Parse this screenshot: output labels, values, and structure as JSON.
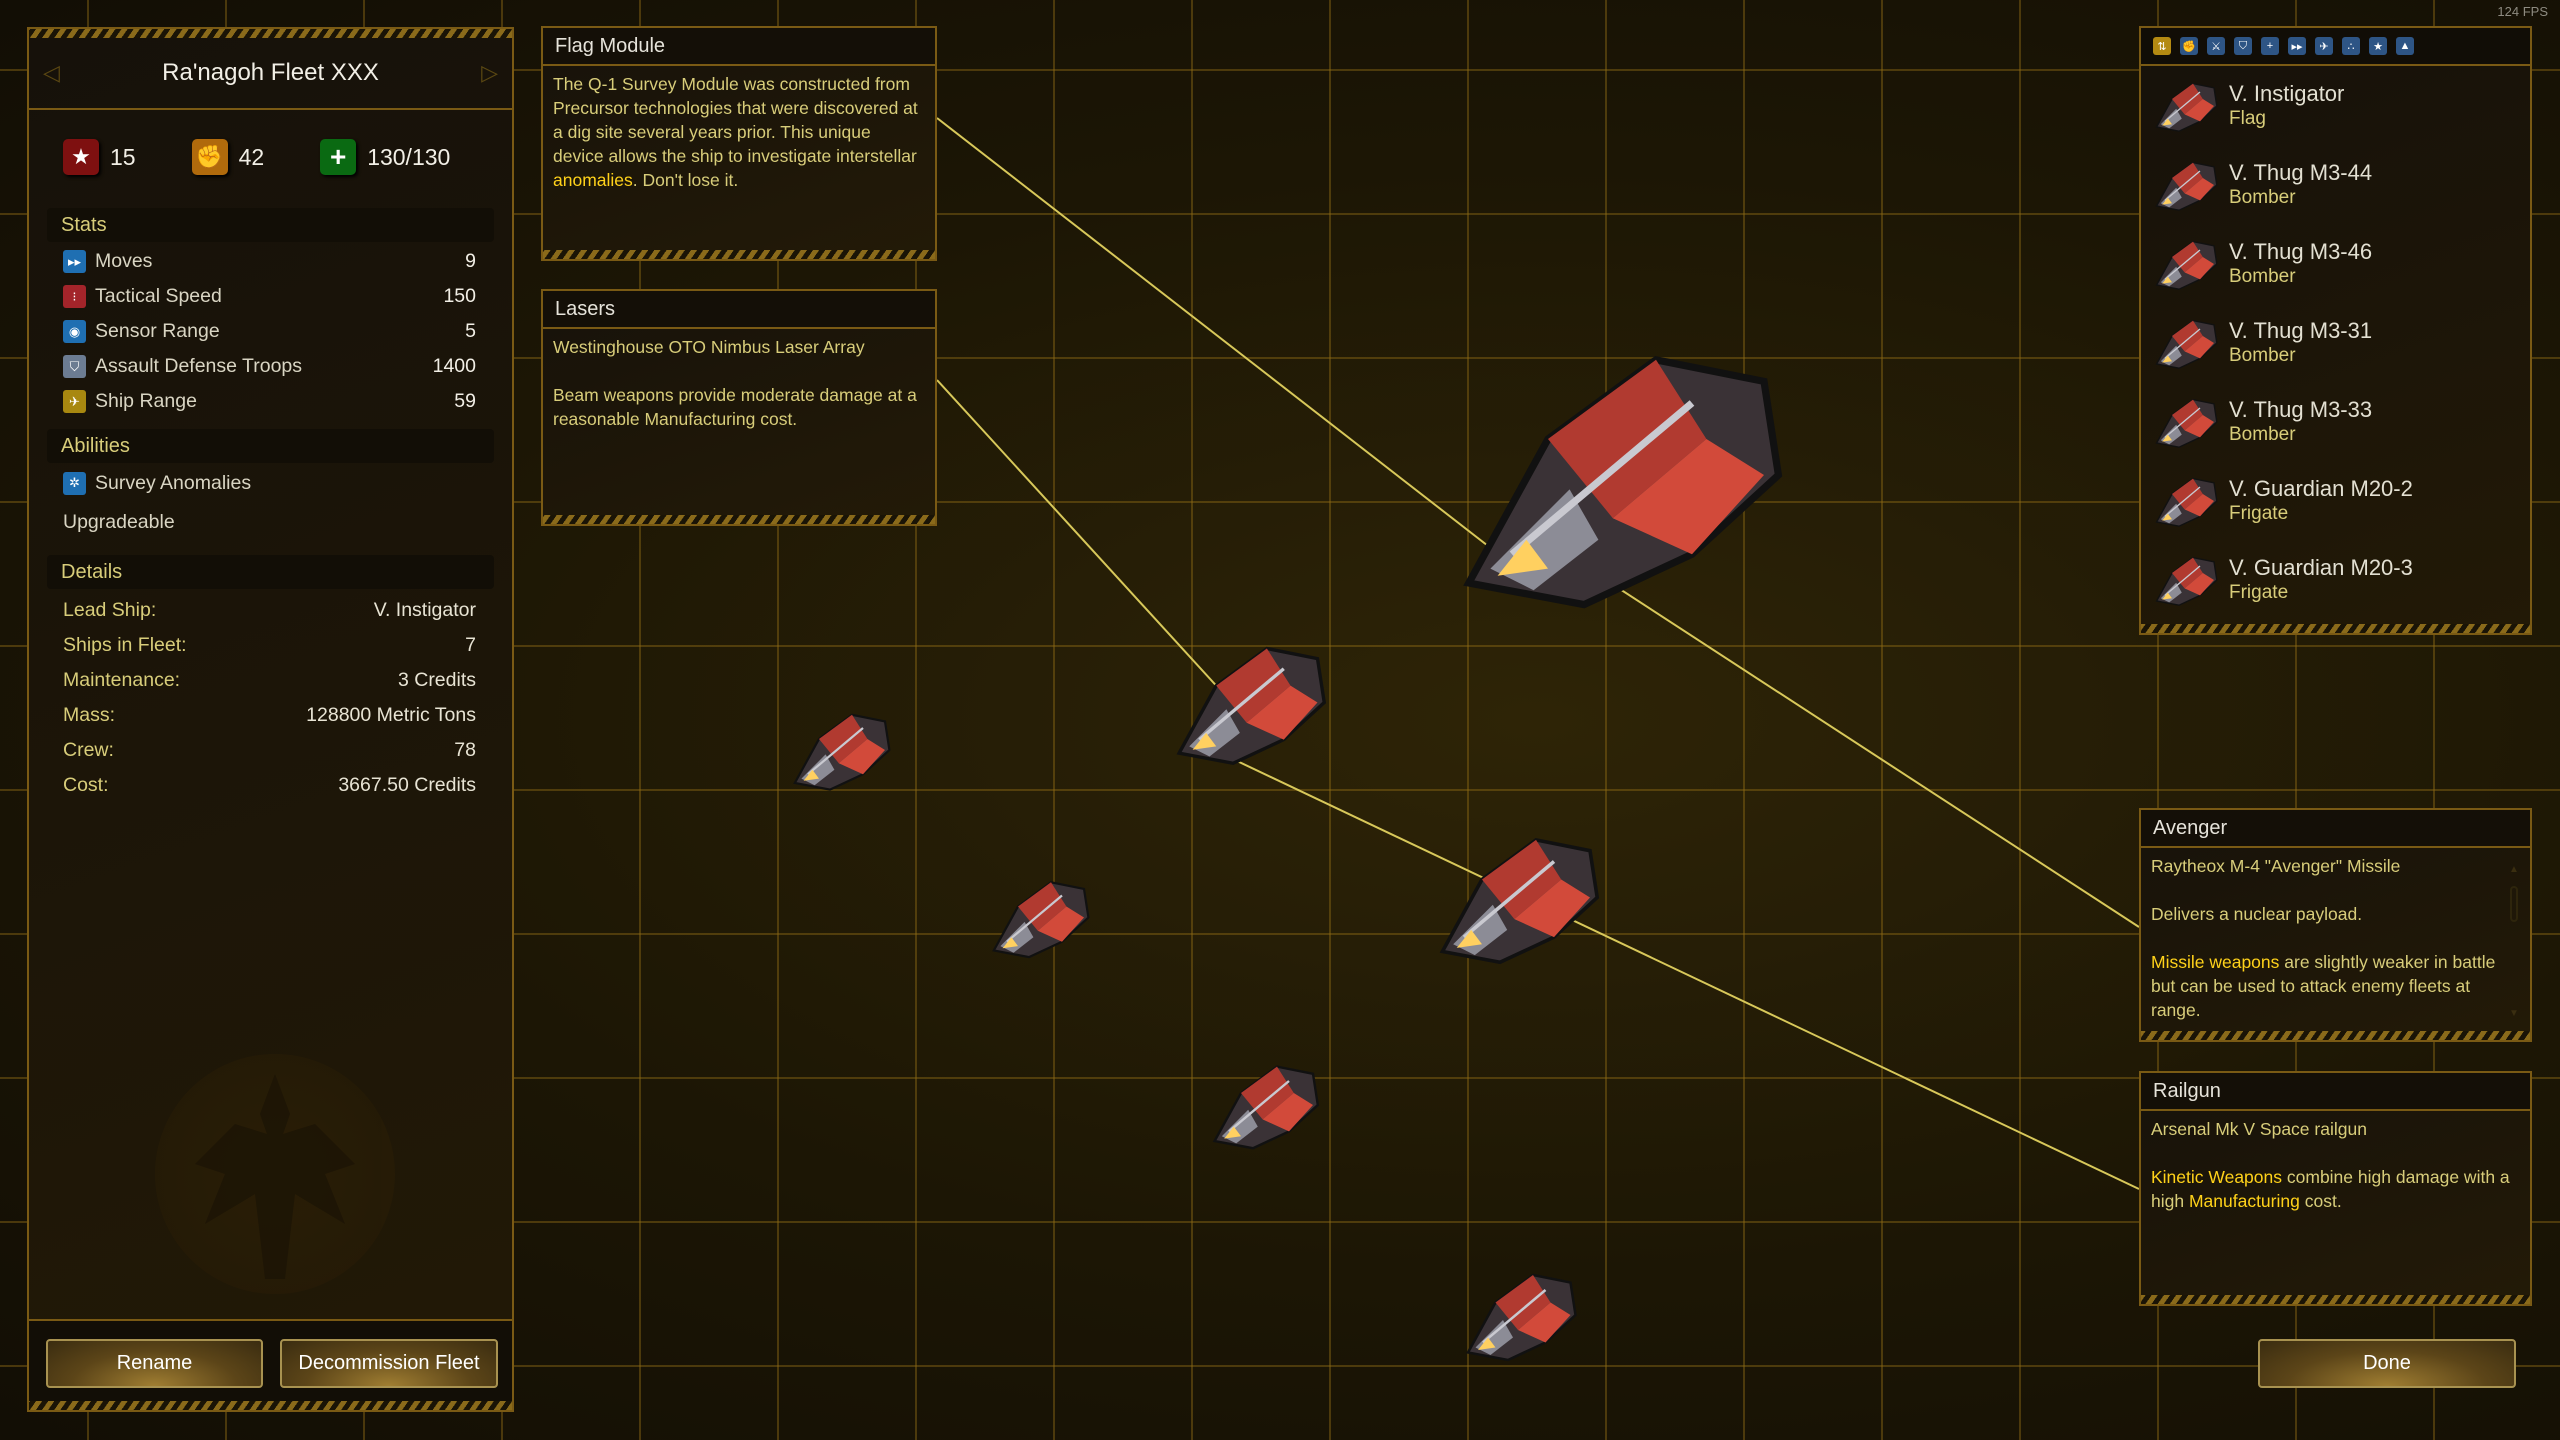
{
  "fps": "124 FPS",
  "fleet": {
    "title": "Ra'nagoh Fleet XXX",
    "resources": {
      "rank": "15",
      "attack": "42",
      "hp": "130/130"
    },
    "stats_header": "Stats",
    "stats": [
      {
        "label": "Moves",
        "value": "9",
        "icon": "moves-icon",
        "color": "#1f6fb2"
      },
      {
        "label": "Tactical Speed",
        "value": "150",
        "icon": "tactical-speed-icon",
        "color": "#a3242a"
      },
      {
        "label": "Sensor Range",
        "value": "5",
        "icon": "sensor-icon",
        "color": "#1f6fb2"
      },
      {
        "label": "Assault Defense Troops",
        "value": "1400",
        "icon": "shield-icon",
        "color": "#6c7c92"
      },
      {
        "label": "Ship Range",
        "value": "59",
        "icon": "ship-range-icon",
        "color": "#a88810"
      }
    ],
    "abilities_header": "Abilities",
    "abilities": [
      "Survey Anomalies",
      "Upgradeable"
    ],
    "details_header": "Details",
    "details": [
      {
        "label": "Lead Ship:",
        "value": "V. Instigator"
      },
      {
        "label": "Ships in Fleet:",
        "value": "7"
      },
      {
        "label": "Maintenance:",
        "value": "3 Credits"
      },
      {
        "label": "Mass:",
        "value": "128800 Metric Tons"
      },
      {
        "label": "Crew:",
        "value": "78"
      },
      {
        "label": "Cost:",
        "value": "3667.50 Credits"
      }
    ],
    "rename_label": "Rename",
    "decommission_label": "Decommission Fleet"
  },
  "modules": {
    "flag": {
      "title": "Flag Module",
      "body": [
        "The Q-1 Survey Module was constructed from Precursor technologies that were discovered at a dig site several years prior. This unique device allows the ship to investigate interstellar ",
        "anomalies",
        ". Don't lose it."
      ]
    },
    "lasers": {
      "title": "Lasers",
      "name": "Westinghouse OTO Nimbus Laser Array",
      "body": "Beam weapons provide moderate damage at a reasonable Manufacturing cost."
    },
    "avenger": {
      "title": "Avenger",
      "name": "Raytheox M-4 \"Avenger\" Missile",
      "line2": "Delivers a nuclear payload.",
      "body": [
        "Missile weapons",
        " are slightly weaker in battle but can be used to attack enemy fleets at range."
      ]
    },
    "railgun": {
      "title": "Railgun",
      "name": "Arsenal Mk V Space railgun",
      "body": [
        "Kinetic Weapons",
        " combine high damage with a high ",
        "Manufacturing",
        " cost."
      ]
    }
  },
  "ship_list": [
    {
      "name": "V. Instigator",
      "class": "Flag"
    },
    {
      "name": "V. Thug M3-44",
      "class": "Bomber"
    },
    {
      "name": "V. Thug M3-46",
      "class": "Bomber"
    },
    {
      "name": "V. Thug M3-31",
      "class": "Bomber"
    },
    {
      "name": "V. Thug M3-33",
      "class": "Bomber"
    },
    {
      "name": "V. Guardian M20-2",
      "class": "Frigate"
    },
    {
      "name": "V. Guardian M20-3",
      "class": "Frigate"
    }
  ],
  "filter_icons": [
    "sort-icon",
    "fist-icon",
    "sword-icon",
    "shield-icon",
    "plus-icon",
    "moves-icon",
    "ship-range-icon",
    "formation-icon",
    "rank-icon",
    "fighter-icon"
  ],
  "done_label": "Done",
  "colors": {
    "accent": "#ffd21a",
    "border": "#7a5a14",
    "text_yellow": "#d8cd7a"
  }
}
